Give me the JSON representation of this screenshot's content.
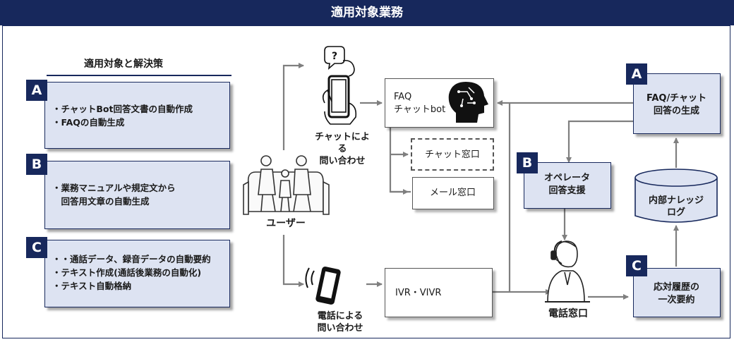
{
  "title": "適用対象業務",
  "left_panel": {
    "heading": "適用対象と解決策",
    "sections": [
      {
        "tag": "A",
        "items": [
          "・チャットBot回答文書の自動作成",
          "・FAQの自動生成"
        ]
      },
      {
        "tag": "B",
        "items": [
          "・業務マニュアルや規定文から",
          "　回答用文章の自動生成"
        ]
      },
      {
        "tag": "C",
        "items": [
          "・・通話データ、録音データの自動要約",
          "・テキスト作成(通話後業務の自動化)",
          "・テキスト自動格納"
        ]
      }
    ]
  },
  "user": {
    "label": "ユーザー",
    "icon": "family-icon"
  },
  "chat_inquiry": {
    "line1": "チャットによる",
    "line2": "問い合わせ",
    "icon": "smartphone-question-icon"
  },
  "phone_inquiry": {
    "line1": "電話による",
    "line2": "問い合わせ",
    "icon": "phone-ringing-icon"
  },
  "faq_bot": {
    "line1": "FAQ",
    "line2": "チャットbot",
    "icon": "ai-head-icon"
  },
  "chat_window": "チャット窓口",
  "mail_window": "メール窓口",
  "ivr": "IVR・VIVR",
  "operator_support": {
    "tag": "B",
    "line1": "オペレータ",
    "line2": "回答支援"
  },
  "faq_generation": {
    "tag": "A",
    "line1": "FAQ/チャット",
    "line2": "回答の生成"
  },
  "knowledge_log": {
    "line1": "内部ナレッジ",
    "line2": "ログ",
    "icon": "database-icon"
  },
  "summary": {
    "tag": "C",
    "line1": "応対履歴の",
    "line2": "一次要約"
  },
  "call_center": {
    "label": "電話窓口",
    "icon": "operator-headset-icon"
  },
  "colors": {
    "navy": "#17285c",
    "light_blue": "#dde3f2",
    "arrow": "#7f7f7f"
  }
}
